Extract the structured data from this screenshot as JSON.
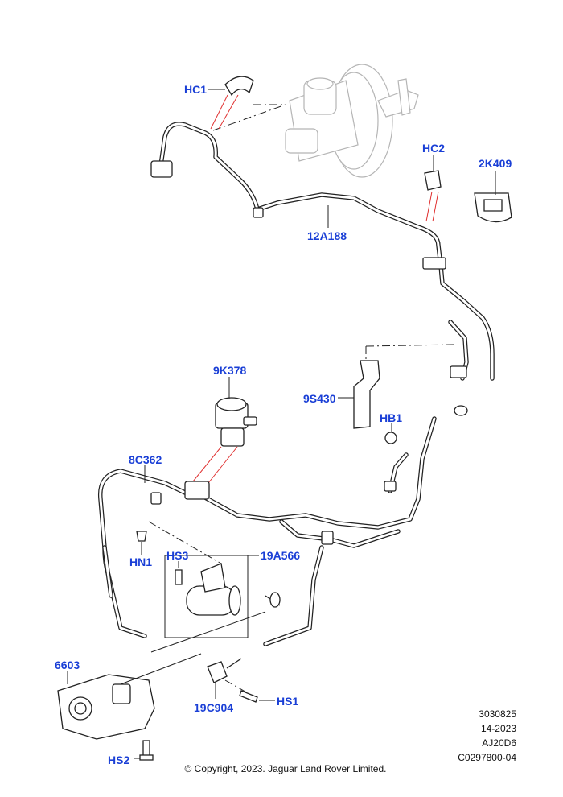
{
  "callouts": {
    "hc1": "HC1",
    "hc2": "HC2",
    "k2409": "2K409",
    "a12188": "12A188",
    "k9378": "9K378",
    "s9430": "9S430",
    "hb1": "HB1",
    "c8362": "8C362",
    "hn1": "HN1",
    "hs3": "HS3",
    "a19566": "19A566",
    "p6603": "6603",
    "c19904": "19C904",
    "hs1": "HS1",
    "hs2": "HS2"
  },
  "info": {
    "line1": "3030825",
    "line2": "14-2023",
    "line3": "AJ20D6",
    "line4": "C0297800-04"
  },
  "copyright": "© Copyright, 2023. Jaguar Land Rover Limited."
}
